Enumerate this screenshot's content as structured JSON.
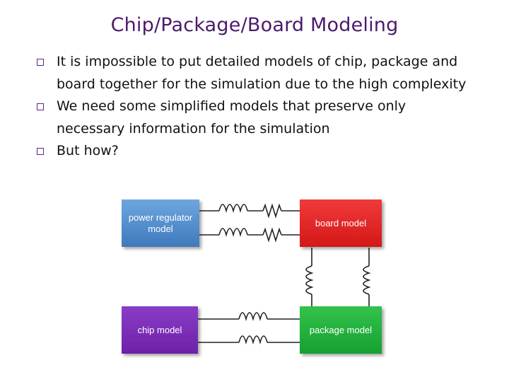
{
  "slide": {
    "title": "Chip/Package/Board Modeling",
    "bullets": [
      "It is impossible to put detailed models of chip, package and board together for the simulation due to the high complexity",
      "We need some simplified models that preserve only necessary information for the simulation",
      "But how?"
    ]
  },
  "diagram": {
    "blocks": {
      "power_regulator": {
        "label": "power regulator model",
        "color": "#4a86c8"
      },
      "board": {
        "label": "board model",
        "color": "#e02020"
      },
      "chip": {
        "label": "chip model",
        "color": "#7a2ab5"
      },
      "package": {
        "label": "package model",
        "color": "#1fae3a"
      }
    }
  }
}
